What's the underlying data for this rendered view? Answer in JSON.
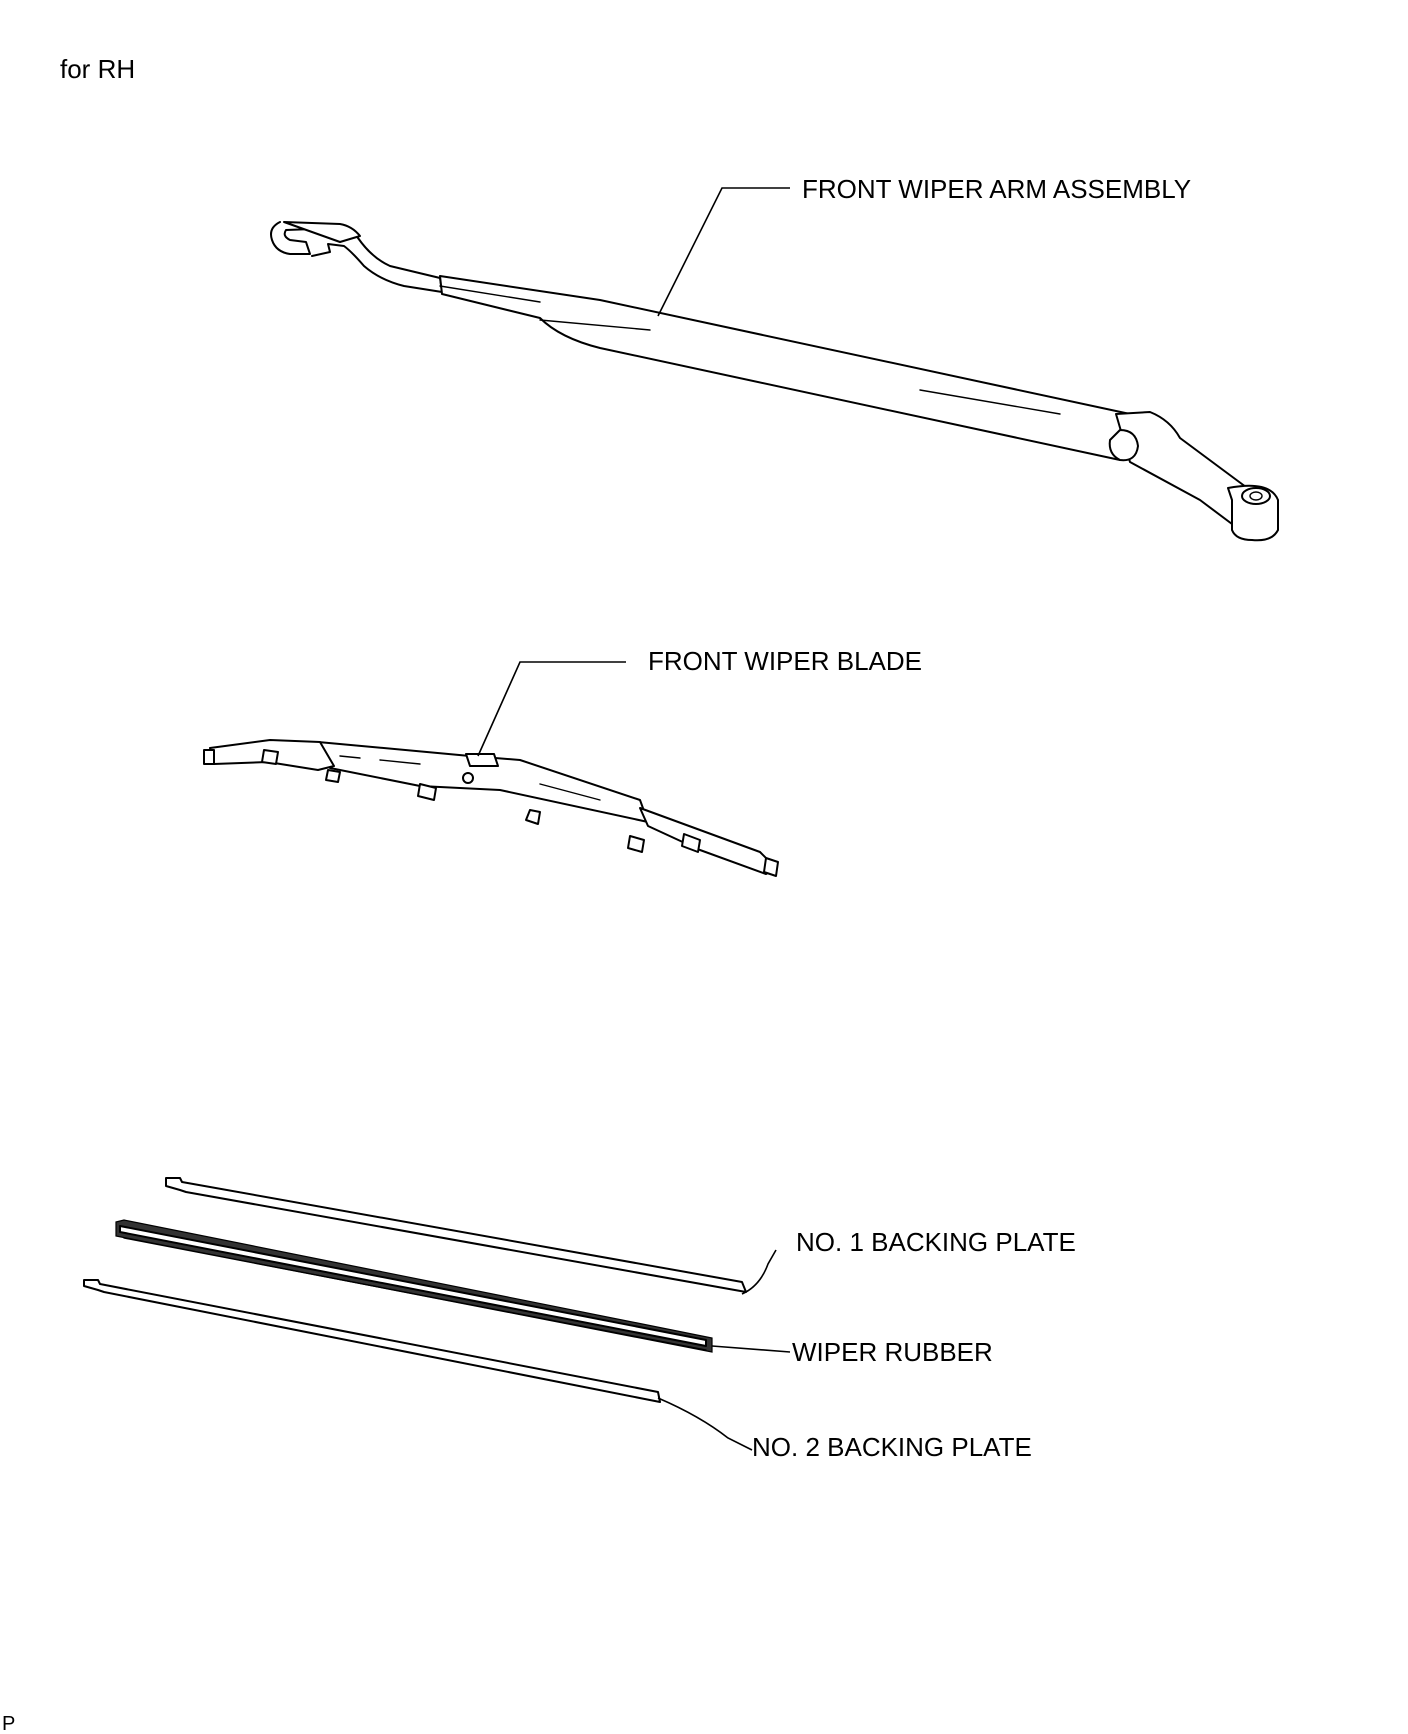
{
  "header": {
    "variant_label": "for RH"
  },
  "callouts": {
    "arm_assembly": "FRONT WIPER ARM ASSEMBLY",
    "blade": "FRONT WIPER BLADE",
    "backing_plate_1": "NO. 1 BACKING PLATE",
    "wiper_rubber": "WIPER RUBBER",
    "backing_plate_2": "NO. 2 BACKING PLATE"
  },
  "footer": {
    "mark": "P"
  }
}
